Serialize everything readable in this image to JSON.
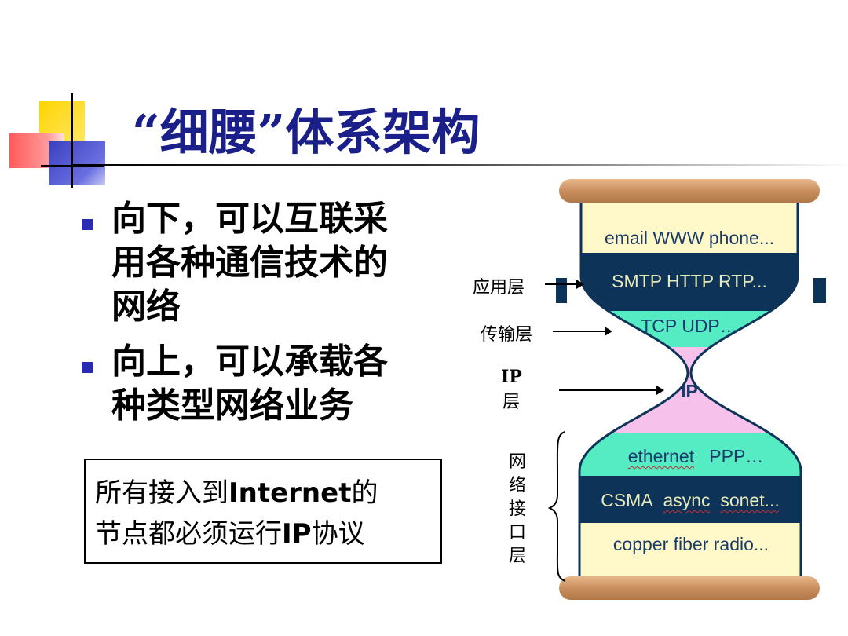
{
  "slide": {
    "title": "“细腰”体系架构",
    "bullets": [
      {
        "lines": [
          "向下，可以互联采",
          "用各种通信技术的",
          "网络"
        ]
      },
      {
        "lines": [
          "向上，可以承载各",
          "种类型网络业务"
        ]
      }
    ],
    "note": {
      "line1_pre": "所有接入到",
      "line1_bold": "Internet",
      "line1_post": "的",
      "line2_pre": "节点都必须运行",
      "line2_bold": "IP",
      "line2_post": "协议"
    }
  },
  "hourglass": {
    "layers": {
      "app": "email  WWW  phone...",
      "app_proto": "SMTP  HTTP  RTP...",
      "transport": "TCP  UDP…",
      "ip": "IP",
      "link_top": {
        "a": "ethernet",
        "b": "PPP…"
      },
      "link_mid": {
        "a": "CSMA",
        "b": "async",
        "c": "sonet..."
      },
      "physical": "copper  fiber  radio..."
    },
    "side_labels": {
      "application": "应用层",
      "transport": "传输层",
      "ip_line1": "IP",
      "ip_line2": "层",
      "link_chars": [
        "网",
        "络",
        "接",
        "口",
        "层"
      ]
    },
    "colors": {
      "cream": "#fff8c8",
      "navy": "#0e3358",
      "teal": "#55ecc4",
      "pink": "#f6c2ec",
      "wood": "#d09a6c",
      "title": "#1a1f8a"
    }
  }
}
